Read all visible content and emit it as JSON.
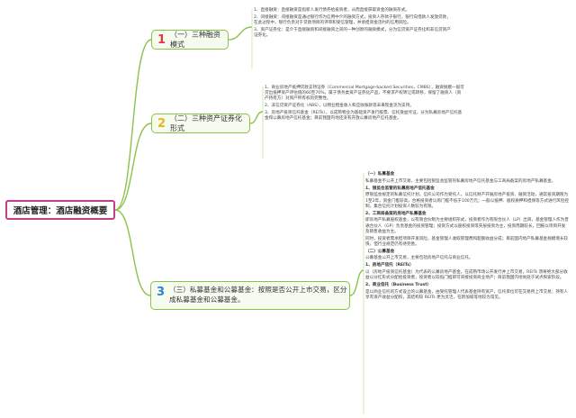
{
  "root": "酒店管理：酒店融资概要",
  "branches": [
    {
      "num": "1",
      "label": "（一）三种融资模式",
      "items": [
        "1、直接融资：直接融资是指新人发行债券给投资者，从而直接获取资金的融资形式。",
        "2、间接融资：间接融资是通过银行作为信用中介的融资方式，投资人存款于银行，银行向借款人发放贷款，在此过程中，银行负责对于贷款项目的评审和受信管理，并承担资金违约的信用风险。",
        "3、资产证券化：是介于直接融资和间接融资之间的一种创新的融资模式，分为信贷资产证券化和非信贷资产证券化。"
      ]
    },
    {
      "num": "2",
      "label": "（二）三种资产证券化形式",
      "items": [
        "1、商业房地产抵押贷款支持证券（Commercial Mortgage-backed Securities，CMBS），融资规模一般可贷出抵押资产评估值的60至70%，属于债务类资产证券化产品，不要求产权转让或转移，保留了融资人（资产持有方）对资产所有权的完整性。",
        "2、非信贷资产证券化（ABS），以物业租金收入和应收账款等未来现金流为支持。",
        "3、房地产投资信托基金（REITs），以成熟物业为基础资产发行股票、信托受益凭证，分为私募房地产信托基金和公募房地产信托基金；目前我国内地还没有开放公募房地产信托基金。"
      ]
    },
    {
      "num": "3",
      "label": "（三）私募基金和公募基金：按照是否公开上市交易，区分成私募基金和公募基金。",
      "items": [
        {
          "h": "（一）私募基金"
        },
        {
          "t": "私募基金不公开上市交易，主要包括银监会监管的私募房地产信托基金与工商局备案的房地产私募基金。"
        },
        {
          "h": "1、银监会监管的私募房地产信托基金"
        },
        {
          "t": "原银监会规定的私募信托计划，信托公司作为受托人，以信托财产开展房地产投资、融资活动，通常投资期限为1至2年，资金门槛较高，合格投资者认购门槛不低于100万元；一般以抵押、股权质押和担保等方式进行风险控制，集合信托计划投资人数较为有限。"
        },
        {
          "h": "2、工商局备案的房地产私募基金"
        },
        {
          "t": "即房地产私募股权基金，以有限合伙制为主要组织形式，投资者作为有限合伙人（LP）出资，基金管理人作为普通合伙人（GP）负责基金的投资管理；投资方式以股权投资或夹层投资为主，投资周期较长，回报以项目开发及销售收益为主。"
        },
        {
          "t": "同时，投资者需承担项目开发风险，基金管理人收取管理费和超额收益分成；目前国内地产私募基金规模增长较快，但行业规范仍有待完善。"
        },
        {
          "h": "（二）公募基金"
        },
        {
          "t": "公募基金公开上市交易，主要包括房地产信托与商业信托。"
        },
        {
          "h": "1、房地产信托（REITs）"
        },
        {
          "t": "以（房地产投资信托基金）为代表的公募房地产基金，在成熟市场公开发行并上市交易，REITs 须将绝大部分收益以分红形式分配给投资者，投资者以较低门槛即可间接投资商业地产；目前我国内地尚处于试点探索阶段。"
        },
        {
          "h": "2、商业信托（Business Trust）"
        },
        {
          "t": "是以商业信托的方式设立的公募基金，由受托管理人代表基金持有资产，信托单位可在交易所上市交易；持有人享有资产收益分配权，其结构较 REITs 更为灵活，在新加坡等地较为常见。"
        }
      ]
    }
  ],
  "colors": {
    "root_border": "#c43f8a",
    "branch_border": "#8ac34a",
    "connector": "#8ac34a",
    "num1": "#e23a3a",
    "num2": "#f0b21a",
    "num3": "#2a84d6"
  }
}
